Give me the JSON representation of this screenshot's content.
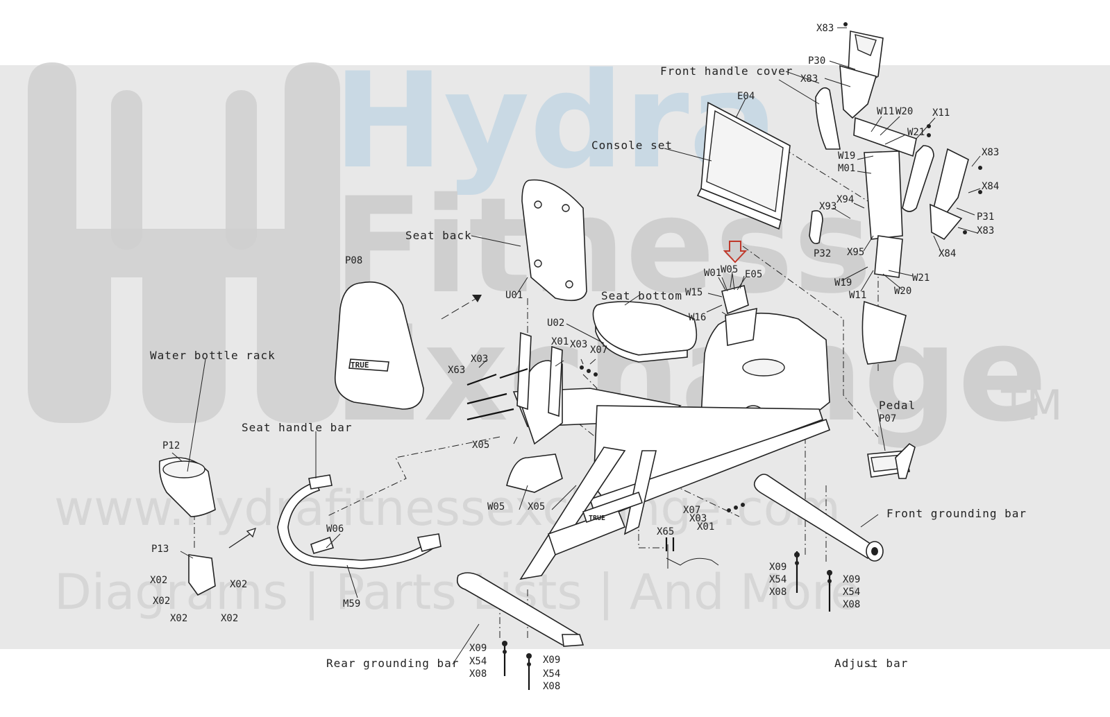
{
  "watermark": {
    "brand_line1": "Hydra",
    "brand_line2": "Fitness",
    "brand_line3": "Exchange",
    "trademark": "TM",
    "url": "www.hydrafitnessexchange.com",
    "tagline": "Diagrams | Parts Lists | And More"
  },
  "product_logo": "TRUE",
  "assembly_names": {
    "front_handle_cover": "Front handle cover",
    "console_set": "Console set",
    "seat_back": "Seat back",
    "seat_bottom": "Seat bottom",
    "water_bottle_rack": "Water bottle rack",
    "seat_handle_bar": "Seat handle bar",
    "pedal": "Pedal",
    "front_grounding_bar": "Front grounding bar",
    "rear_grounding_bar": "Rear grounding bar",
    "adjust_bar": "Adjust bar"
  },
  "callouts": {
    "x83_top": "X83",
    "p30": "P30",
    "x83_b": "X83",
    "w11_a": "W11",
    "w20_a": "W20",
    "x11": "X11",
    "w21_a": "W21",
    "w19_a": "W19",
    "m01": "M01",
    "x83_c": "X83",
    "x84_a": "X84",
    "x93": "X93",
    "x94": "X94",
    "p31": "P31",
    "x83_d": "X83",
    "p32": "P32",
    "x95": "X95",
    "x84_b": "X84",
    "w19_b": "W19",
    "w11_b": "W11",
    "w20_b": "W20",
    "w21_b": "W21",
    "e04": "E04",
    "w05_a": "W05",
    "w01": "W01",
    "e05": "E05",
    "w15": "W15",
    "w16": "W16",
    "p08": "P08",
    "u01": "U01",
    "u02": "U02",
    "x01_a": "X01",
    "x03_a": "X03",
    "x07_a": "X07",
    "x03_b": "X03",
    "x63": "X63",
    "x05_a": "X05",
    "w05_b": "W05",
    "x05_b": "X05",
    "x07_b": "X07",
    "x03_c": "X03",
    "x01_b": "X01",
    "x65": "X65",
    "p12": "P12",
    "p13": "P13",
    "x02_a": "X02",
    "x02_b": "X02",
    "x02_c": "X02",
    "x02_d": "X02",
    "x02_e": "X02",
    "w06": "W06",
    "m59": "M59",
    "p07": "P07",
    "x09_a": "X09",
    "x54_a": "X54",
    "x08_a": "X08",
    "x09_b": "X09",
    "x54_b": "X54",
    "x08_b": "X08",
    "x09_c": "X09",
    "x54_c": "X54",
    "x08_c": "X08",
    "x09_d": "X09",
    "x54_d": "X54",
    "x08_d": "X08"
  },
  "colors": {
    "line": "#222222",
    "watermark_band": "#e8e8e8",
    "watermark_blue": "#c9d9e4",
    "watermark_gray": "#cfcfcf",
    "highlight_arrow": "#c0392b"
  },
  "icons": {
    "highlight_arrow": "down-arrow-icon",
    "assembly_arrows": "arrow-right-icon"
  }
}
